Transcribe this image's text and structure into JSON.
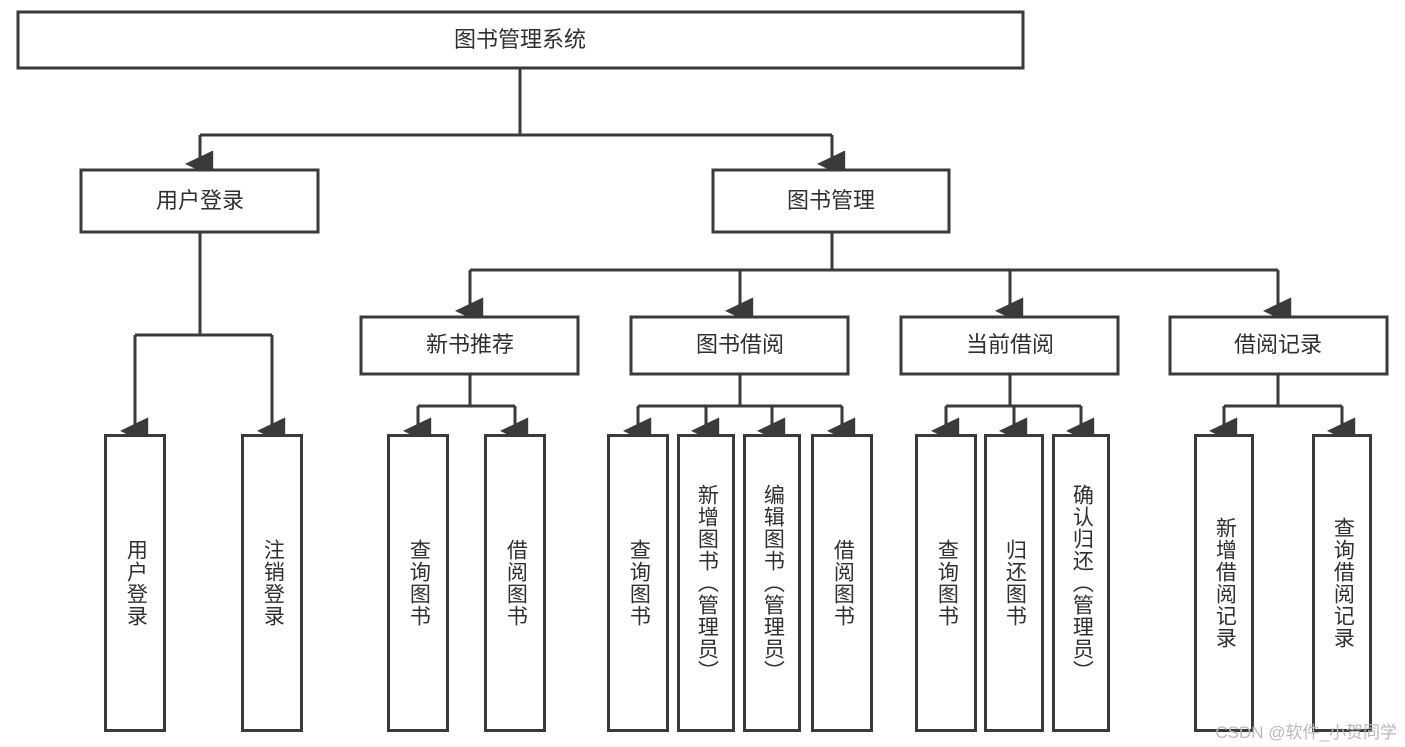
{
  "diagram": {
    "type": "tree",
    "title": "图书管理系统",
    "orientation": "top-down",
    "colors": {
      "stroke": "#3a3a3a",
      "fill": "#ffffff",
      "text": "#2f2f2f",
      "watermark": "#b9b9b9"
    },
    "root": {
      "label": "图书管理系统",
      "children": [
        {
          "label": "用户登录",
          "children": [
            {
              "label": "用户登录"
            },
            {
              "label": "注销登录"
            }
          ]
        },
        {
          "label": "图书管理",
          "children": [
            {
              "label": "新书推荐",
              "children": [
                {
                  "label": "查询图书"
                },
                {
                  "label": "借阅图书"
                }
              ]
            },
            {
              "label": "图书借阅",
              "children": [
                {
                  "label": "查询图书"
                },
                {
                  "label": "新增图书（管理员）"
                },
                {
                  "label": "编辑图书（管理员）"
                },
                {
                  "label": "借阅图书"
                }
              ]
            },
            {
              "label": "当前借阅",
              "children": [
                {
                  "label": "查询图书"
                },
                {
                  "label": "归还图书"
                },
                {
                  "label": "确认归还（管理员）"
                }
              ]
            },
            {
              "label": "借阅记录",
              "children": [
                {
                  "label": "新增借阅记录"
                },
                {
                  "label": "查询借阅记录"
                }
              ]
            }
          ]
        }
      ]
    }
  },
  "nodes": {
    "root": "图书管理系统",
    "l2_user_login": "用户登录",
    "l2_book_mgmt": "图书管理",
    "l3_new_book_rec": "新书推荐",
    "l3_book_borrow": "图书借阅",
    "l3_current_borrow": "当前借阅",
    "l3_borrow_record": "借阅记录",
    "leaf_user_login": "用户登录",
    "leaf_logout": "注销登录",
    "leaf_query_book_1": "查询图书",
    "leaf_borrow_book_1": "借阅图书",
    "leaf_query_book_2": "查询图书",
    "leaf_add_book_admin": "新增图书（管理员）",
    "leaf_edit_book_admin": "编辑图书（管理员）",
    "leaf_borrow_book_2": "借阅图书",
    "leaf_query_book_3": "查询图书",
    "leaf_return_book": "归还图书",
    "leaf_confirm_return_admin": "确认归还（管理员）",
    "leaf_add_borrow_record": "新增借阅记录",
    "leaf_query_borrow_record": "查询借阅记录"
  },
  "watermark": {
    "text": "CSDN @软件_小贺同学"
  }
}
